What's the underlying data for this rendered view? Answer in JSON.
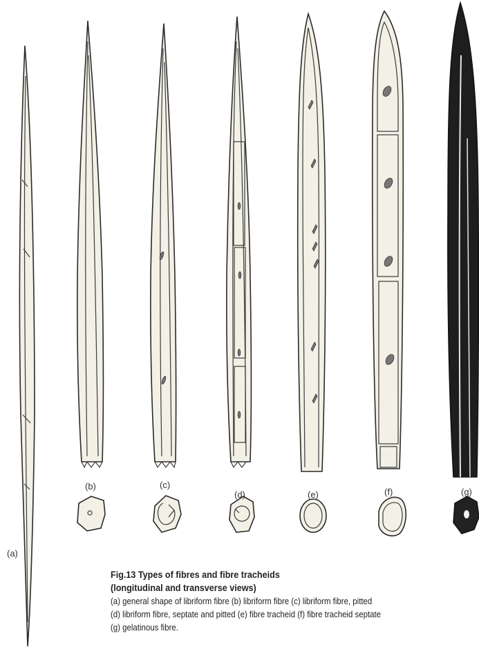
{
  "figure": {
    "labels": {
      "a": "(a)",
      "b": "(b)",
      "c": "(c)",
      "d": "(d)",
      "e": "(e)",
      "f": "(f)",
      "g": "(g)"
    },
    "caption": {
      "title_line1": "Fig.13 Types of fibres and fibre tracheids",
      "title_line2": "(longitudinal and transverse views)",
      "line1": "(a) general shape of libriform fibre (b) libriform fibre (c) libriform fibre, pitted",
      "line2": "(d) libriform fibre, septate and pitted (e) fibre tracheid (f) fibre tracheid septate",
      "line3": "(g) gelatinous fibre."
    }
  }
}
